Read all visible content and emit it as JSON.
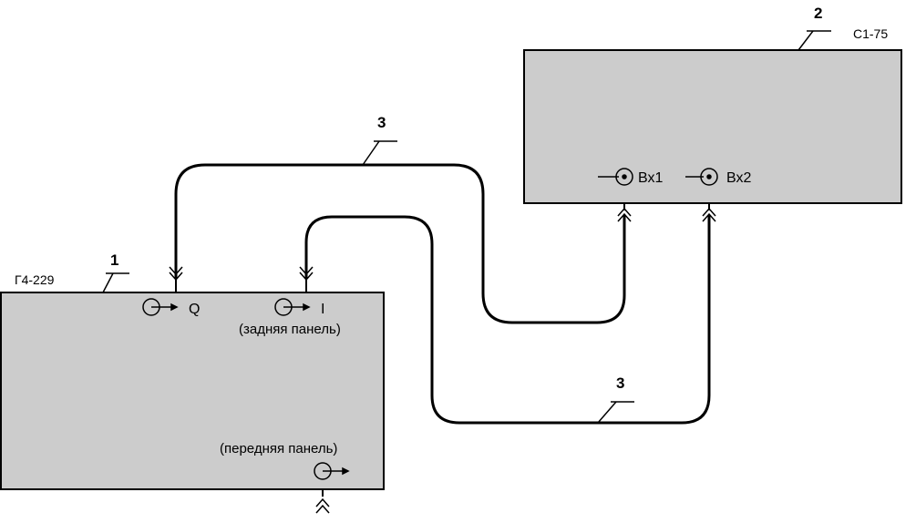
{
  "colors": {
    "device_fill": "#cccccc",
    "stroke": "#000000",
    "background": "#ffffff"
  },
  "device1": {
    "number": "1",
    "name": "Г4-229",
    "port_q": "Q",
    "port_i": "I",
    "rear_panel": "(задняя панель)",
    "front_panel": "(передняя панель)"
  },
  "device2": {
    "number": "2",
    "name": "С1-75",
    "port_in1": "Вх1",
    "port_in2": "Вх2"
  },
  "cables": {
    "upper_number": "3",
    "lower_number": "3"
  }
}
